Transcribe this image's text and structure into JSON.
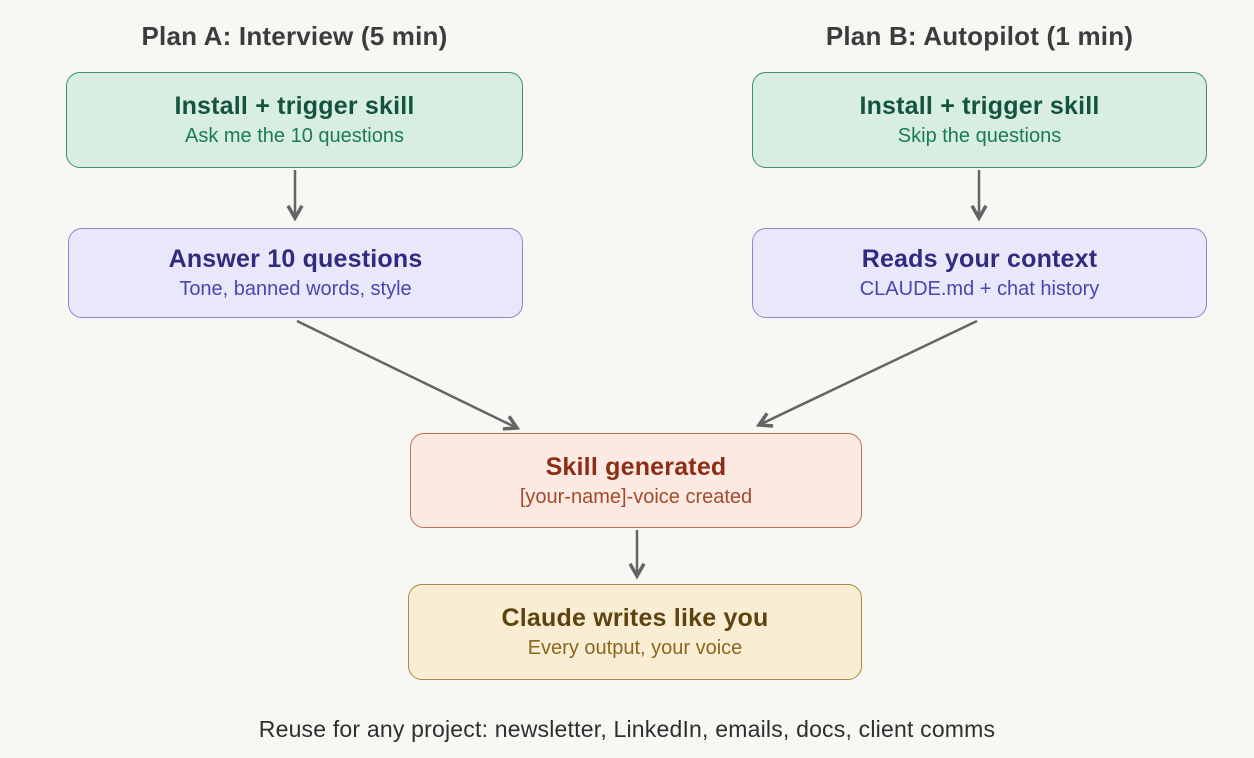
{
  "diagram": {
    "background": "#f7f7f4",
    "arrow_color": "#646464",
    "heading_color": "#3c3c3c",
    "headings": {
      "plan_a": "Plan A: Interview (5 min)",
      "plan_b": "Plan B: Autopilot (1 min)"
    },
    "nodes": {
      "plan_a_install": {
        "title": "Install + trigger skill",
        "subtitle": "Ask me the 10 questions",
        "bg": "#d9eee3",
        "border": "#3e8e74",
        "title_color": "#14543e",
        "subtitle_color": "#1b7a58"
      },
      "plan_b_install": {
        "title": "Install + trigger skill",
        "subtitle": "Skip the questions",
        "bg": "#d9eee3",
        "border": "#3e8e74",
        "title_color": "#14543e",
        "subtitle_color": "#1b7a58"
      },
      "plan_a_answer": {
        "title": "Answer 10 questions",
        "subtitle": "Tone, banned words, style",
        "bg": "#e9e7fa",
        "border": "#8d86d4",
        "title_color": "#332a80",
        "subtitle_color": "#4d44b0"
      },
      "plan_b_context": {
        "title": "Reads your context",
        "subtitle": "CLAUDE.md + chat history",
        "bg": "#e9e7fa",
        "border": "#8d86d4",
        "title_color": "#332a80",
        "subtitle_color": "#4d44b0"
      },
      "skill_generated": {
        "title": "Skill generated",
        "subtitle": "[your-name]-voice created",
        "bg": "#fbe9e2",
        "border": "#bb6f50",
        "title_color": "#8c2d16",
        "subtitle_color": "#a34a2e"
      },
      "claude_writes": {
        "title": "Claude writes like you",
        "subtitle": "Every output, your voice",
        "bg": "#f9eed3",
        "border": "#ab8a4b",
        "title_color": "#5e430e",
        "subtitle_color": "#8a671f"
      }
    },
    "caption": "Reuse for any project: newsletter, LinkedIn, emails, docs, client comms"
  }
}
